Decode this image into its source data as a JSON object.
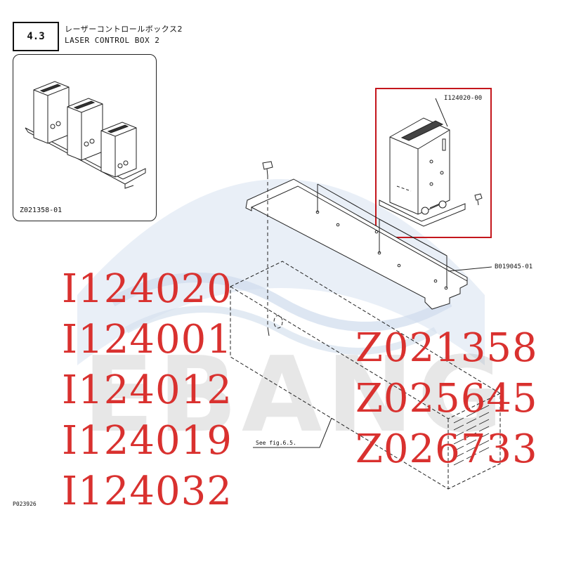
{
  "section": {
    "number": "4.3",
    "title_jp": "レーザーコントロールボックス2",
    "title_en": "LASER CONTROL BOX 2"
  },
  "overview": {
    "label": "Z021358-01"
  },
  "callouts": {
    "part_box_label": "I124020-00",
    "bracket_label": "B019045-01",
    "see_fig": "See fig.6.5.",
    "figure_id": "P023926"
  },
  "watermark": {
    "text": "EBANG"
  },
  "codes_left": [
    "I124020",
    "I124001",
    "I124012",
    "I124019",
    "I124032"
  ],
  "codes_right": [
    "Z021358",
    "Z025645",
    "Z026733"
  ],
  "colors": {
    "highlight_box": "#c4161c",
    "code_text": "#d9312f",
    "watermark_blue": "#dbe5f2"
  }
}
